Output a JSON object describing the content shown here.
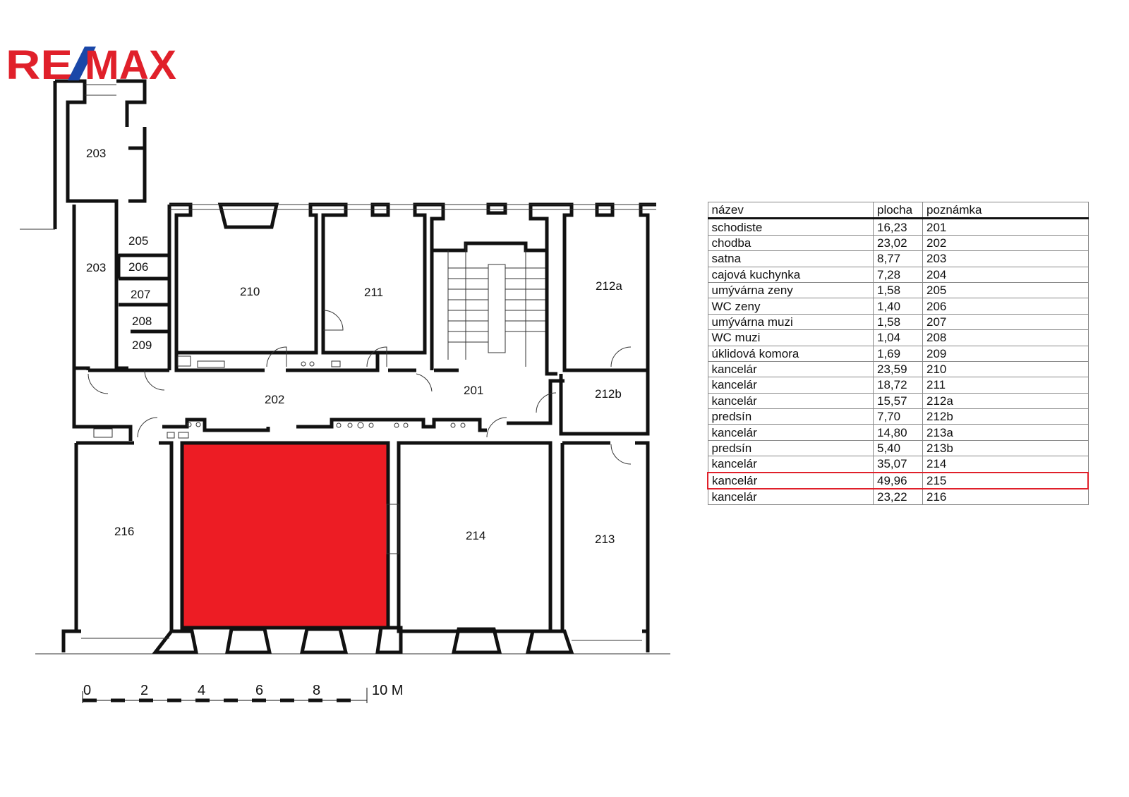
{
  "logo": {
    "text": "RE/MAX",
    "red": "#e0202a",
    "blue": "#1a47a8"
  },
  "plan": {
    "highlight_color": "#ed1c24",
    "rooms": {
      "r203a": "203",
      "r203b": "203",
      "r205": "205",
      "r206": "206",
      "r207": "207",
      "r208": "208",
      "r209": "209",
      "r210": "210",
      "r211": "211",
      "r212a": "212a",
      "r212b": "212b",
      "r202": "202",
      "r201": "201",
      "r216": "216",
      "r214": "214",
      "r213": "213"
    }
  },
  "scale": {
    "labels": [
      "0",
      "2",
      "4",
      "6",
      "8",
      "10 M"
    ]
  },
  "table": {
    "headers": [
      "název",
      "plocha",
      "poznámka"
    ],
    "rows": [
      [
        "schodiste",
        "16,23",
        "201"
      ],
      [
        "chodba",
        "23,02",
        "202"
      ],
      [
        "satna",
        "8,77",
        "203"
      ],
      [
        "cajová kuchynka",
        "7,28",
        "204"
      ],
      [
        "umývárna zeny",
        "1,58",
        "205"
      ],
      [
        "WC zeny",
        "1,40",
        "206"
      ],
      [
        "umývárna muzi",
        "1,58",
        "207"
      ],
      [
        "WC muzi",
        "1,04",
        "208"
      ],
      [
        "úklidová komora",
        "1,69",
        "209"
      ],
      [
        "kancelár",
        "23,59",
        "210"
      ],
      [
        "kancelár",
        "18,72",
        "211"
      ],
      [
        "kancelár",
        "15,57",
        "212a"
      ],
      [
        "predsín",
        "7,70",
        "212b"
      ],
      [
        "kancelár",
        "14,80",
        "213a"
      ],
      [
        "predsín",
        "5,40",
        "213b"
      ],
      [
        "kancelár",
        "35,07",
        "214"
      ],
      [
        "kancelár",
        "49,96",
        "215"
      ],
      [
        "kancelár",
        "23,22",
        "216"
      ]
    ],
    "highlighted_row": 16
  }
}
